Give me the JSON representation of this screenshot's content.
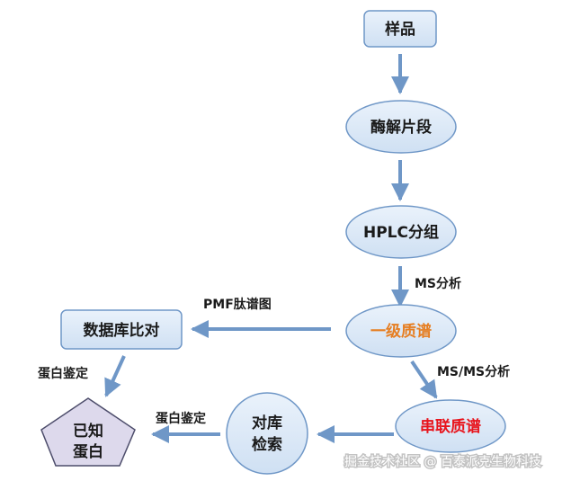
{
  "nodes": {
    "sample": "样品",
    "digest": "酶解片段",
    "hplc": "HPLC分组",
    "ms1": "一级质谱",
    "db_compare": "数据库比对",
    "tandem": "串联质谱",
    "db_search_line1": "对库",
    "db_search_line2": "检索",
    "known_line1": "已知",
    "known_line2": "蛋白"
  },
  "edges": {
    "ms_analysis": "MS分析",
    "pmf": "PMF肽谱图",
    "msms_analysis": "MS/MS分析",
    "protein_id_1": "蛋白鉴定",
    "protein_id_2": "蛋白鉴定"
  },
  "watermark": "掘金技术社区 @ 百泰派克生物科技",
  "colors": {
    "node_fill": "#dbe9f7",
    "node_stroke": "#6f97c7",
    "arrow": "#6f97c7",
    "ms1_text": "#e67e22",
    "tandem_text": "#e8141c",
    "pentagon_fill": "#ddd9ec",
    "pentagon_stroke": "#4d4d6b"
  }
}
